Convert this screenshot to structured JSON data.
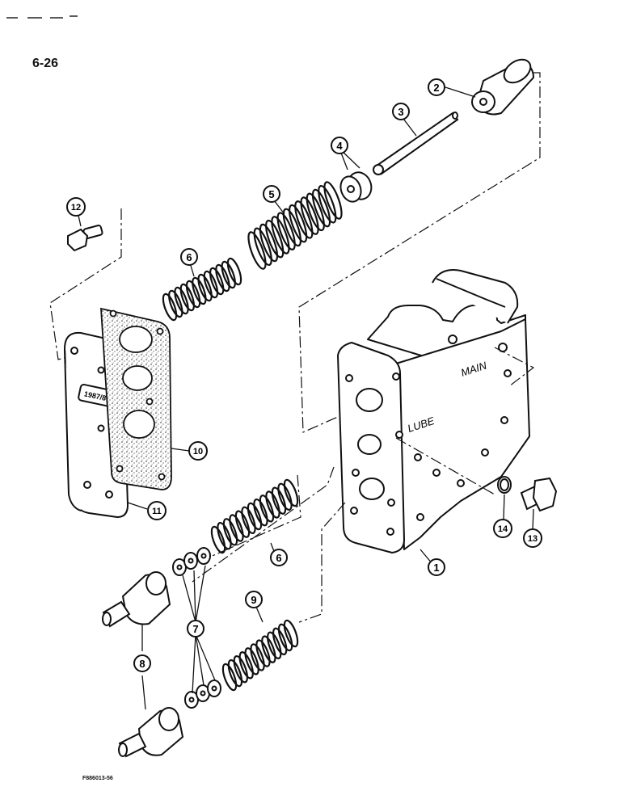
{
  "page_number": "6-26",
  "figure_code": "F886013-56",
  "ports": {
    "main": "MAIN",
    "lube": "LUBE"
  },
  "plate_label": "1987/8",
  "callouts": [
    {
      "id": "1",
      "label": "1"
    },
    {
      "id": "2",
      "label": "2"
    },
    {
      "id": "3",
      "label": "3"
    },
    {
      "id": "4",
      "label": "4"
    },
    {
      "id": "5",
      "label": "5"
    },
    {
      "id": "6a",
      "label": "6"
    },
    {
      "id": "6b",
      "label": "6"
    },
    {
      "id": "7",
      "label": "7"
    },
    {
      "id": "8",
      "label": "8"
    },
    {
      "id": "9",
      "label": "9"
    },
    {
      "id": "10",
      "label": "10"
    },
    {
      "id": "11",
      "label": "11"
    },
    {
      "id": "12",
      "label": "12"
    },
    {
      "id": "13",
      "label": "13"
    },
    {
      "id": "14",
      "label": "14"
    }
  ],
  "colors": {
    "ink": "#111111",
    "paper": "#ffffff"
  }
}
